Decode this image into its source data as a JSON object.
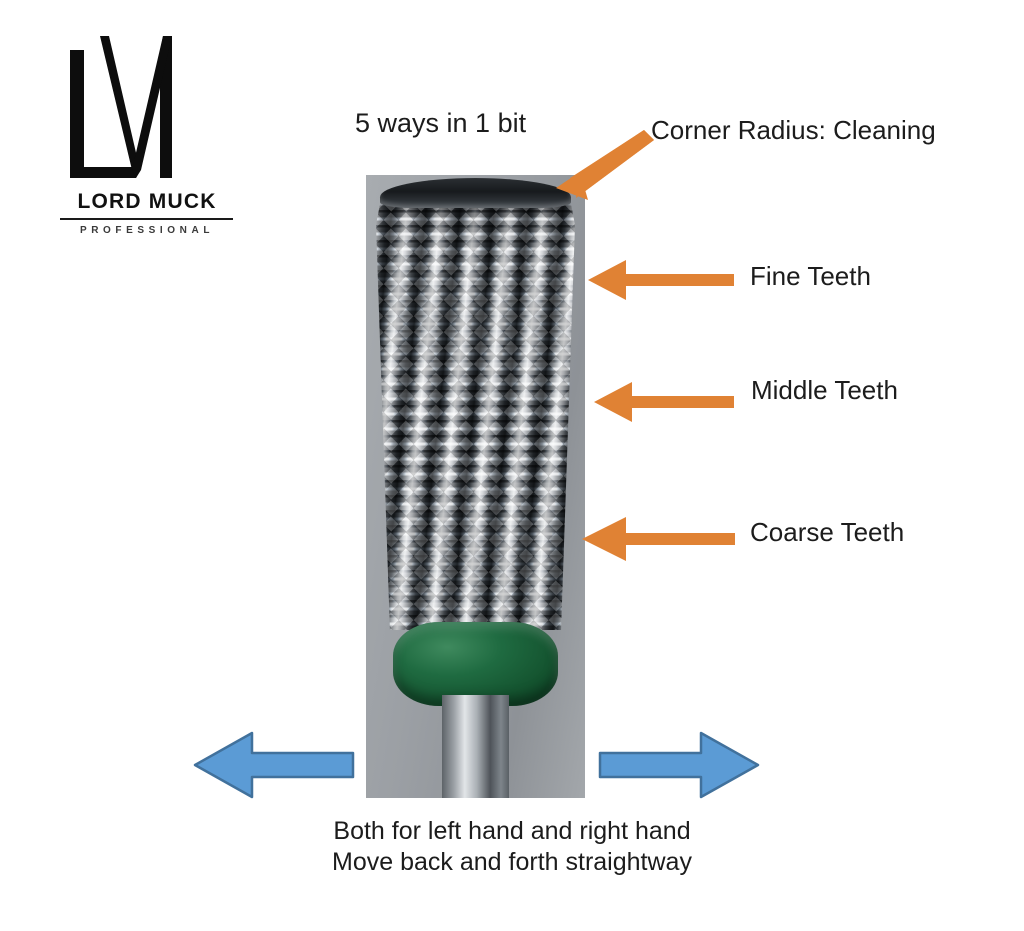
{
  "brand": {
    "monogram": "LM",
    "name": "LORD MUCK",
    "subtitle": "PROFESSIONAL"
  },
  "headline": "5 ways in 1 bit",
  "product": {
    "type": "carbide-nail-drill-bit",
    "description": "Five-in-one tungsten carbide nail drill bit photographed on a grey background",
    "parts": {
      "top_cap": "rounded corner radius tip",
      "flutes": "cross-cut serrated teeth",
      "grit_ring": "green grit indicator band",
      "shank": "polished steel shank"
    }
  },
  "callouts": [
    {
      "id": "corner-radius",
      "label": "Corner Radius: Cleaning",
      "arrow": "diagonal",
      "color": "#E08234"
    },
    {
      "id": "fine-teeth",
      "label": "Fine Teeth",
      "arrow": "left",
      "color": "#E08234"
    },
    {
      "id": "middle-teeth",
      "label": "Middle Teeth",
      "arrow": "left",
      "color": "#E08234"
    },
    {
      "id": "coarse-teeth",
      "label": "Coarse Teeth",
      "arrow": "left",
      "color": "#E08234"
    }
  ],
  "direction_arrows": [
    {
      "id": "left-blue",
      "direction": "left",
      "color": "#5B9BD5"
    },
    {
      "id": "right-blue",
      "direction": "right",
      "color": "#5B9BD5"
    }
  ],
  "footer": {
    "line1": "Both for left hand and right hand",
    "line2": "Move back and forth straightway"
  },
  "colors": {
    "background": "#FFFFFF",
    "text": "#1C1C1C",
    "callout_arrow": "#E08234",
    "direction_arrow_fill": "#5B9BD5",
    "direction_arrow_stroke": "#41719C",
    "photo_backdrop": "#9FA4A8",
    "grit_ring_green": "#1F6B41"
  }
}
